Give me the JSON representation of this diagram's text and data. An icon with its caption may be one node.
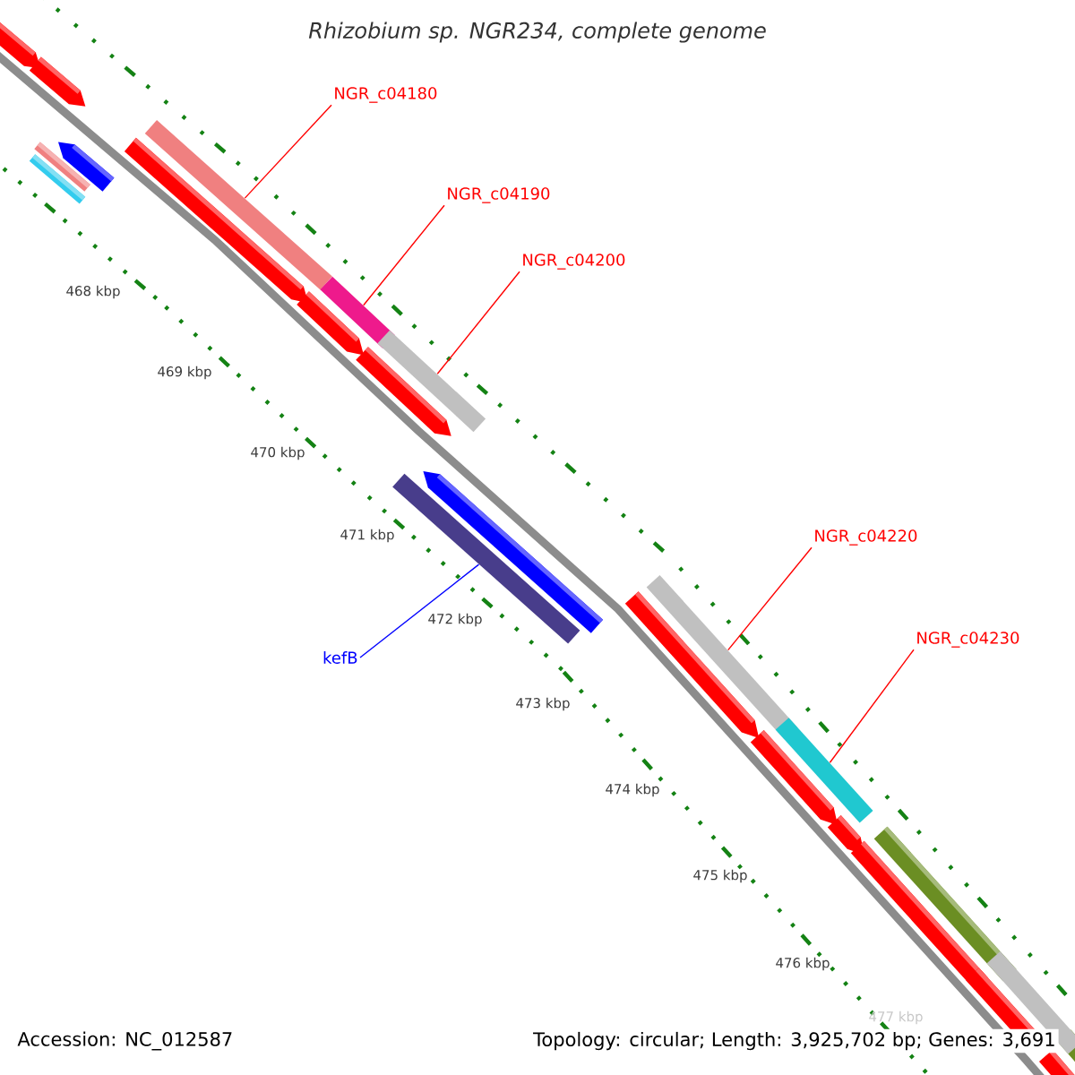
{
  "diagram": {
    "title": "Rhizobium sp. NGR234, complete genome",
    "nodes": [
      {
        "text": [
          "NGR_c04180"
        ]
      },
      {
        "text": [],
        "shape": "bar"
      },
      {
        "text": [
          "NGR_c04190"
        ]
      },
      {
        "text": [],
        "shape": "bar"
      },
      {
        "text": [
          "NGR_c04200"
        ]
      },
      {
        "text": [],
        "shape": "bar"
      },
      {
        "text": [
          "NGR_c04220"
        ]
      },
      {
        "text": [],
        "shape": "bar"
      },
      {
        "text": [
          "NGR_c04230"
        ]
      },
      {
        "text": [],
        "shape": "bar"
      },
      {
        "text": [
          "kefB"
        ]
      },
      {
        "text": [],
        "shape": "bar"
      },
      {
        "text": [],
        "shape": "bar"
      }
    ],
    "edges": [
      {
        "from": 0,
        "to": 1,
        "arrow": "none"
      },
      {
        "from": 2,
        "to": 3,
        "arrow": "none"
      },
      {
        "from": 4,
        "to": 5,
        "arrow": "none"
      },
      {
        "from": 6,
        "to": 7,
        "arrow": "none"
      },
      {
        "from": 8,
        "to": 9,
        "arrow": "none"
      },
      {
        "from": 10,
        "to": 11,
        "arrow": "none",
        "color": "#0000ff"
      }
    ],
    "labels": [
      "468 kbp",
      "469 kbp",
      "470 kbp",
      "471 kbp",
      "472 kbp",
      "473 kbp",
      "474 kbp",
      "475 kbp",
      "476 kbp",
      "477 kbp",
      "Accession: NC_012587",
      "Topology: circular; Length: 3,925,702 bp; Genes: 3,691"
    ]
  }
}
